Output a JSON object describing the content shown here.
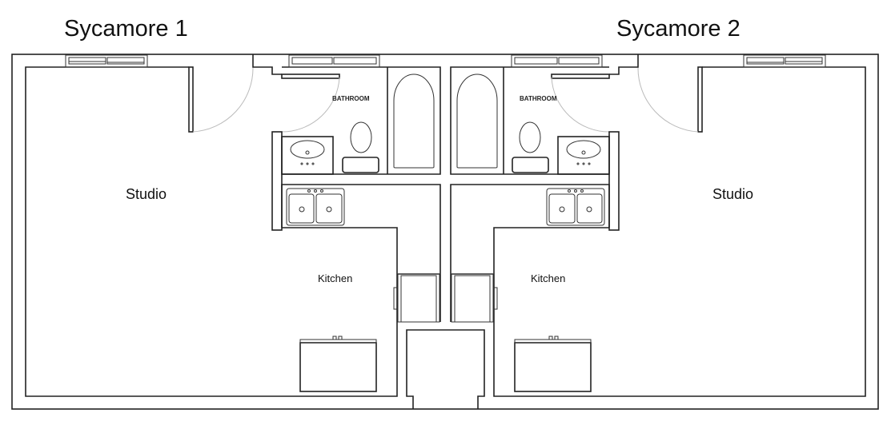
{
  "units": [
    {
      "title": "Sycamore 1",
      "studio_label": "Studio",
      "kitchen_label": "Kitchen",
      "bathroom_label": "BATHROOM"
    },
    {
      "title": "Sycamore 2",
      "studio_label": "Studio",
      "kitchen_label": "Kitchen",
      "bathroom_label": "BATHROOM"
    }
  ],
  "colors": {
    "wall": "#222222",
    "door_swing": "#bbbbbb",
    "background": "#ffffff"
  }
}
